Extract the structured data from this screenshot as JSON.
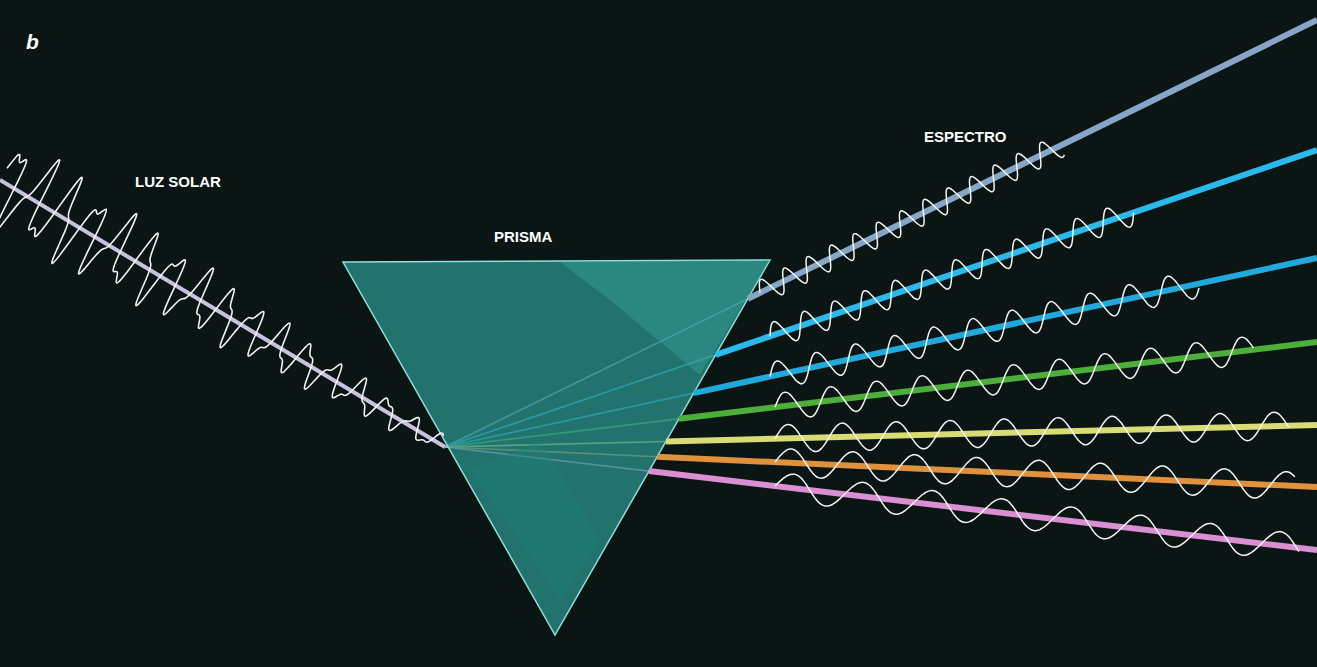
{
  "diagram": {
    "labels": [
      "b",
      "LUZ SOLAR",
      "PRISMA",
      "ESPECTRO"
    ]
  }
}
